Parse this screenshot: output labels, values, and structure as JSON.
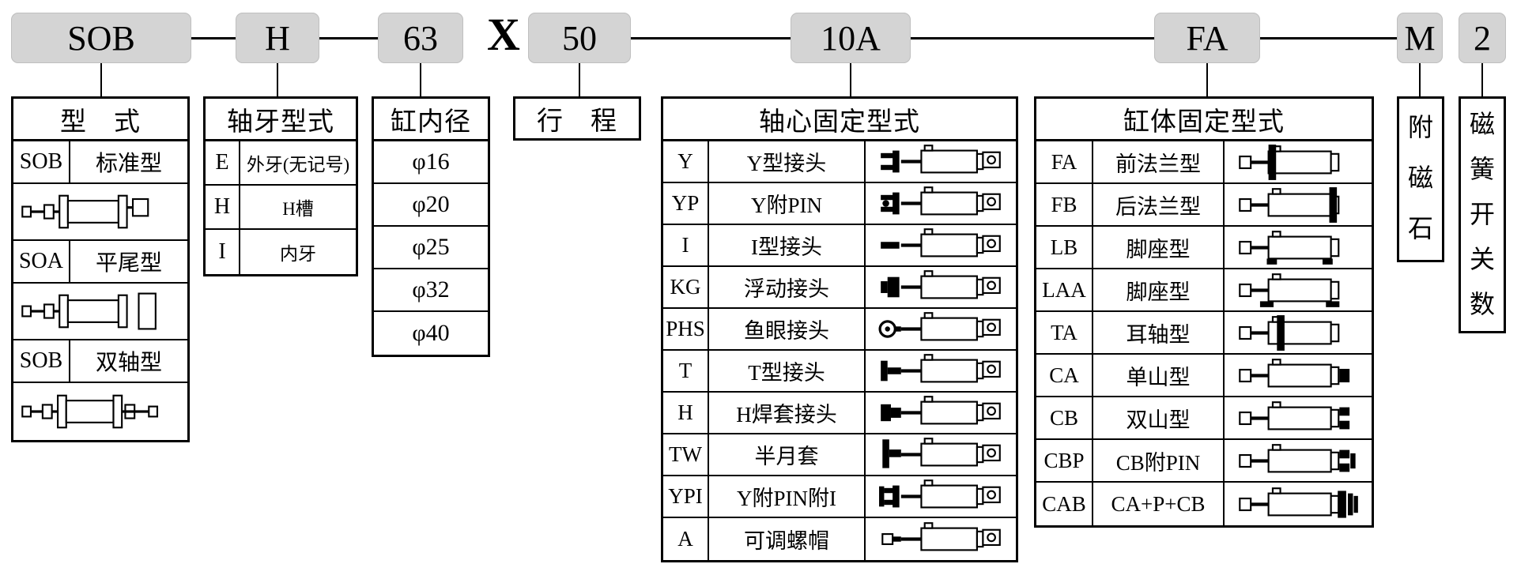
{
  "colors": {
    "segment_bg": "#d4d4d4",
    "line": "#000000",
    "background": "#ffffff"
  },
  "code": {
    "type": "SOB",
    "thread": "H",
    "bore": "63",
    "separator": "X",
    "stroke": "50",
    "rod_end": "10A",
    "mount": "FA",
    "magnet": "M",
    "switch_count": "2"
  },
  "tables": {
    "type": {
      "header": "型　式",
      "rows": [
        {
          "code": "SOB",
          "name": "标准型",
          "icon": "cyl-standard"
        },
        {
          "code": "SOA",
          "name": "平尾型",
          "icon": "cyl-flat-tail"
        },
        {
          "code": "SOB",
          "name": "双轴型",
          "icon": "cyl-double-shaft"
        }
      ]
    },
    "thread": {
      "header": "轴牙型式",
      "rows": [
        {
          "code": "E",
          "name": "外牙(无记号)"
        },
        {
          "code": "H",
          "name": "H槽"
        },
        {
          "code": "I",
          "name": "内牙"
        }
      ]
    },
    "bore": {
      "header": "缸内径",
      "rows": [
        "φ16",
        "φ20",
        "φ25",
        "φ32",
        "φ40"
      ]
    },
    "stroke": {
      "header": "行　程"
    },
    "rod_end": {
      "header": "轴心固定型式",
      "rows": [
        {
          "code": "Y",
          "name": "Y型接头",
          "icon": "y-joint"
        },
        {
          "code": "YP",
          "name": "Y附PIN",
          "icon": "y-pin"
        },
        {
          "code": "I",
          "name": "I型接头",
          "icon": "i-joint"
        },
        {
          "code": "KG",
          "name": "浮动接头",
          "icon": "floating-joint"
        },
        {
          "code": "PHS",
          "name": "鱼眼接头",
          "icon": "fisheye-joint"
        },
        {
          "code": "T",
          "name": "T型接头",
          "icon": "t-joint"
        },
        {
          "code": "H",
          "name": "H焊套接头",
          "icon": "h-weld-joint"
        },
        {
          "code": "TW",
          "name": "半月套",
          "icon": "half-moon-sleeve"
        },
        {
          "code": "YPI",
          "name": "Y附PIN附I",
          "icon": "y-pin-i"
        },
        {
          "code": "A",
          "name": "可调螺帽",
          "icon": "adjustable-nut"
        }
      ]
    },
    "mount": {
      "header": "缸体固定型式",
      "rows": [
        {
          "code": "FA",
          "name": "前法兰型",
          "icon": "front-flange"
        },
        {
          "code": "FB",
          "name": "后法兰型",
          "icon": "rear-flange"
        },
        {
          "code": "LB",
          "name": "脚座型",
          "icon": "foot-mount-lb"
        },
        {
          "code": "LAA",
          "name": "脚座型",
          "icon": "foot-mount-laa"
        },
        {
          "code": "TA",
          "name": "耳轴型",
          "icon": "trunnion"
        },
        {
          "code": "CA",
          "name": "单山型",
          "icon": "single-clevis"
        },
        {
          "code": "CB",
          "name": "双山型",
          "icon": "double-clevis"
        },
        {
          "code": "CBP",
          "name": "CB附PIN",
          "icon": "clevis-pin"
        },
        {
          "code": "CAB",
          "name": "CA+P+CB",
          "icon": "ca-p-cb"
        }
      ]
    },
    "magnet": {
      "label": "附磁石"
    },
    "switch_count": {
      "label": "磁簧开关数"
    }
  }
}
